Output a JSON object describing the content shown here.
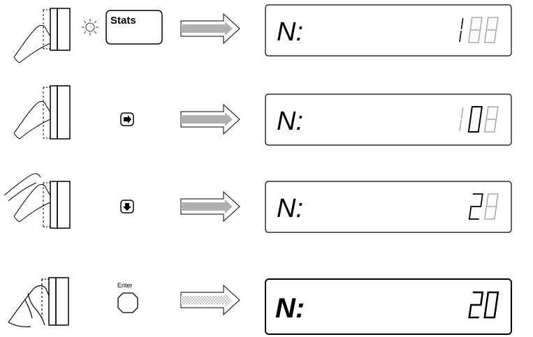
{
  "steps": [
    {
      "key": "stats-key",
      "key_label": "Stats",
      "display": {
        "label": "N:",
        "digits": [
          "1",
          "0",
          "0"
        ],
        "digit_states": [
          "on",
          "dim",
          "dim"
        ]
      }
    },
    {
      "key": "right-arrow-key",
      "key_label": "",
      "display": {
        "label": "N:",
        "digits": [
          "1",
          "0",
          "0"
        ],
        "digit_states": [
          "dim",
          "on",
          "dim"
        ]
      }
    },
    {
      "key": "down-arrow-key",
      "key_label": "",
      "display": {
        "label": "N:",
        "digits": [
          "2",
          "0"
        ],
        "digit_states": [
          "on",
          "dim"
        ]
      }
    },
    {
      "key": "enter-key",
      "key_label": "Enter",
      "display": {
        "label": "N:",
        "digits": [
          "2",
          "0"
        ],
        "digit_states": [
          "on",
          "on"
        ]
      }
    }
  ],
  "colors": {
    "ink": "#000000",
    "dim_segment": "#a9a9a9",
    "arrow_fill": "#b0b0b0"
  }
}
